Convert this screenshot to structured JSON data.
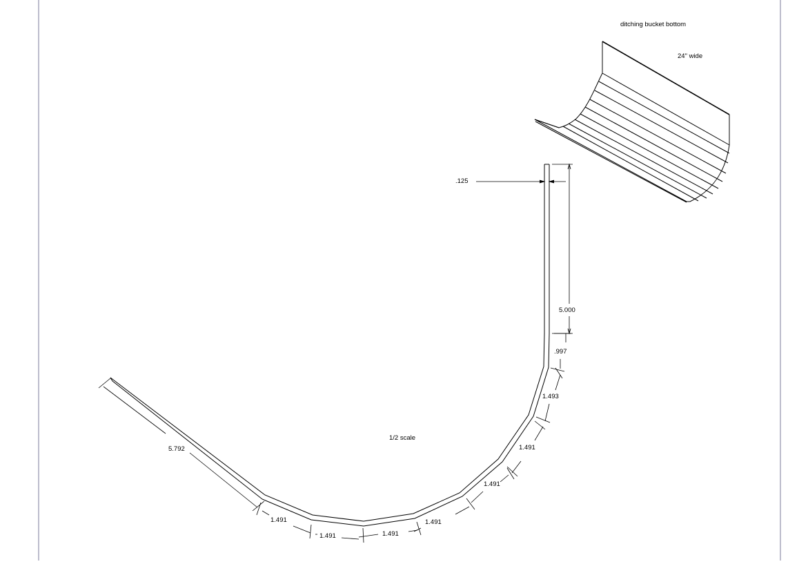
{
  "drawing": {
    "title_label": "ditching bucket bottom",
    "width_note": "24\" wide",
    "scale_note": "1/2 scale",
    "dimensions": {
      "thickness": ".125",
      "top_leg": "5.000",
      "seg_997": ".997",
      "seg_1493": "1.493",
      "seg_r1": "1.491",
      "seg_r2": "1.491",
      "seg_r3": "1.491",
      "seg_b1": "1.491",
      "seg_b2": "1.491",
      "seg_l1": "1.491",
      "long_leg": "5.792"
    }
  },
  "colors": {
    "line": "#000000",
    "frame": "#7a7a9a",
    "background": "#ffffff"
  }
}
